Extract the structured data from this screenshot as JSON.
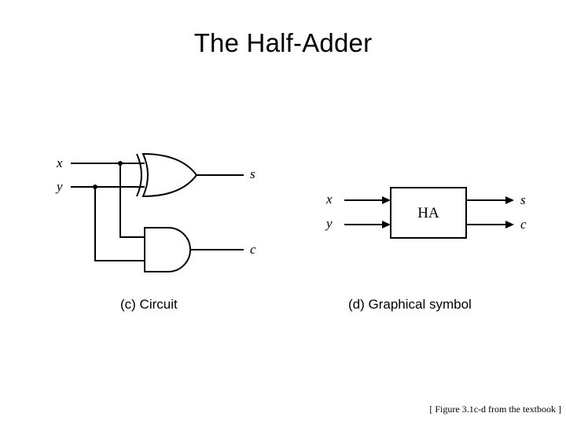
{
  "title": "The Half-Adder",
  "circuit": {
    "inputs": {
      "x": "x",
      "y": "y"
    },
    "outputs": {
      "s": "s",
      "c": "c"
    },
    "gates": [
      "xor-gate",
      "and-gate"
    ],
    "caption": "(c) Circuit"
  },
  "symbol": {
    "block_label": "HA",
    "inputs": {
      "x": "x",
      "y": "y"
    },
    "outputs": {
      "s": "s",
      "c": "c"
    },
    "caption": "(d) Graphical symbol"
  },
  "footer": "[ Figure 3.1c-d from the textbook ]"
}
